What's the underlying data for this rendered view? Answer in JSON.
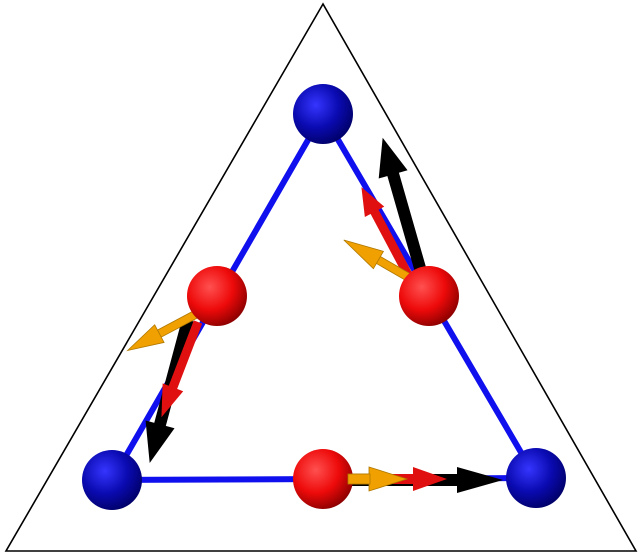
{
  "diagram": {
    "colors": {
      "background": "#ffffff",
      "outer_triangle": "#000000",
      "inner_triangle": "#1010ee",
      "vertex_atom": "#0a0ab0",
      "vertex_atom_highlight": "#3535ff",
      "vertex_atom_shadow": "#000066",
      "edge_atom": "#ee0a0a",
      "edge_atom_highlight": "#ff5050",
      "edge_atom_shadow": "#880000",
      "arrow_black": "#000000",
      "arrow_red": "#e01010",
      "arrow_orange": "#f0a000",
      "arrow_orange_edge": "#b07800"
    },
    "counts": {
      "vertex_atoms": 3,
      "edge_atoms": 3,
      "arrows_per_edge_atom": 3
    }
  }
}
